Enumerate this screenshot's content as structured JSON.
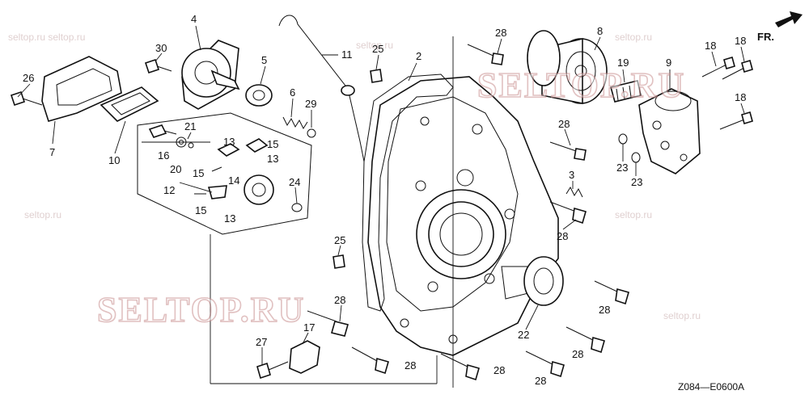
{
  "diagram": {
    "code": "Z084—E0600A",
    "direction_label": "FR.",
    "watermarks": [
      "SELTOP.RU",
      "SELTOP.RU"
    ],
    "callouts": [
      {
        "id": "c-4",
        "text": "4"
      },
      {
        "id": "c-30",
        "text": "30"
      },
      {
        "id": "c-26",
        "text": "26"
      },
      {
        "id": "c-7",
        "text": "7"
      },
      {
        "id": "c-10",
        "text": "10"
      },
      {
        "id": "c-5",
        "text": "5"
      },
      {
        "id": "c-6",
        "text": "6"
      },
      {
        "id": "c-29",
        "text": "29"
      },
      {
        "id": "c-11",
        "text": "11"
      },
      {
        "id": "c-25a",
        "text": "25"
      },
      {
        "id": "c-2",
        "text": "2"
      },
      {
        "id": "c-28a",
        "text": "28"
      },
      {
        "id": "c-8",
        "text": "8"
      },
      {
        "id": "c-19",
        "text": "19"
      },
      {
        "id": "c-9",
        "text": "9"
      },
      {
        "id": "c-18a",
        "text": "18"
      },
      {
        "id": "c-18b",
        "text": "18"
      },
      {
        "id": "c-18c",
        "text": "18"
      },
      {
        "id": "c-21",
        "text": "21"
      },
      {
        "id": "c-16",
        "text": "16"
      },
      {
        "id": "c-20",
        "text": "20"
      },
      {
        "id": "c-13a",
        "text": "13"
      },
      {
        "id": "c-15a",
        "text": "15"
      },
      {
        "id": "c-13b",
        "text": "13"
      },
      {
        "id": "c-15b",
        "text": "15"
      },
      {
        "id": "c-14",
        "text": "14"
      },
      {
        "id": "c-24",
        "text": "24"
      },
      {
        "id": "c-12",
        "text": "12"
      },
      {
        "id": "c-15c",
        "text": "15"
      },
      {
        "id": "c-13c",
        "text": "13"
      },
      {
        "id": "c-28b",
        "text": "28"
      },
      {
        "id": "c-3",
        "text": "3"
      },
      {
        "id": "c-28c",
        "text": "28"
      },
      {
        "id": "c-23a",
        "text": "23"
      },
      {
        "id": "c-23b",
        "text": "23"
      },
      {
        "id": "c-25b",
        "text": "25"
      },
      {
        "id": "c-28d",
        "text": "28"
      },
      {
        "id": "c-17",
        "text": "17"
      },
      {
        "id": "c-27",
        "text": "27"
      },
      {
        "id": "c-28e",
        "text": "28"
      },
      {
        "id": "c-28f",
        "text": "28"
      },
      {
        "id": "c-22",
        "text": "22"
      },
      {
        "id": "c-28g",
        "text": "28"
      },
      {
        "id": "c-28h",
        "text": "28"
      },
      {
        "id": "c-28i",
        "text": "28"
      }
    ]
  }
}
